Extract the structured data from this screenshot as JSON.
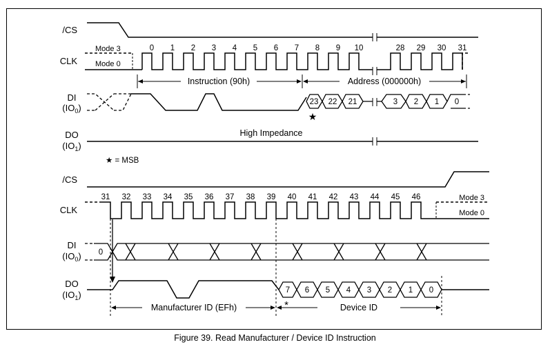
{
  "top": {
    "signals": {
      "cs": "/CS",
      "clk": "CLK",
      "di": "DI",
      "di_sub": "(IO",
      "di_idx": "0",
      "do": "DO",
      "do_sub": "(IO",
      "do_idx": "1"
    },
    "clk_mode_labels": [
      "Mode 3",
      "Mode 0"
    ],
    "clk_numbers": [
      "0",
      "1",
      "2",
      "3",
      "4",
      "5",
      "6",
      "7",
      "8",
      "9",
      "10",
      "28",
      "29",
      "30",
      "31"
    ],
    "instruction_label": "Instruction (90h)",
    "address_label": "Address (000000h)",
    "address_bits": [
      "23",
      "22",
      "21",
      "3",
      "2",
      "1",
      "0"
    ],
    "high_impedance_label": "High Impedance",
    "msb_note": "★ = MSB"
  },
  "bottom": {
    "signals": {
      "cs": "/CS",
      "clk": "CLK",
      "di": "DI",
      "di_sub": "(IO",
      "di_idx": "0",
      "do": "DO",
      "do_sub": "(IO",
      "do_idx": "1"
    },
    "clk_numbers": [
      "31",
      "32",
      "33",
      "34",
      "35",
      "36",
      "37",
      "38",
      "39",
      "40",
      "41",
      "42",
      "43",
      "44",
      "45",
      "46"
    ],
    "clk_mode_labels": [
      "Mode 3",
      "Mode 0"
    ],
    "di_value": "0",
    "manufacturer_bits": [
      "7",
      "6",
      "5",
      "4",
      "3",
      "2",
      "1",
      "0"
    ],
    "manufacturer_label": "Manufacturer ID (EFh)",
    "device_label": "Device ID"
  },
  "msb_marker": "*",
  "caption": "Figure 39. Read Manufacturer / Device ID Instruction"
}
